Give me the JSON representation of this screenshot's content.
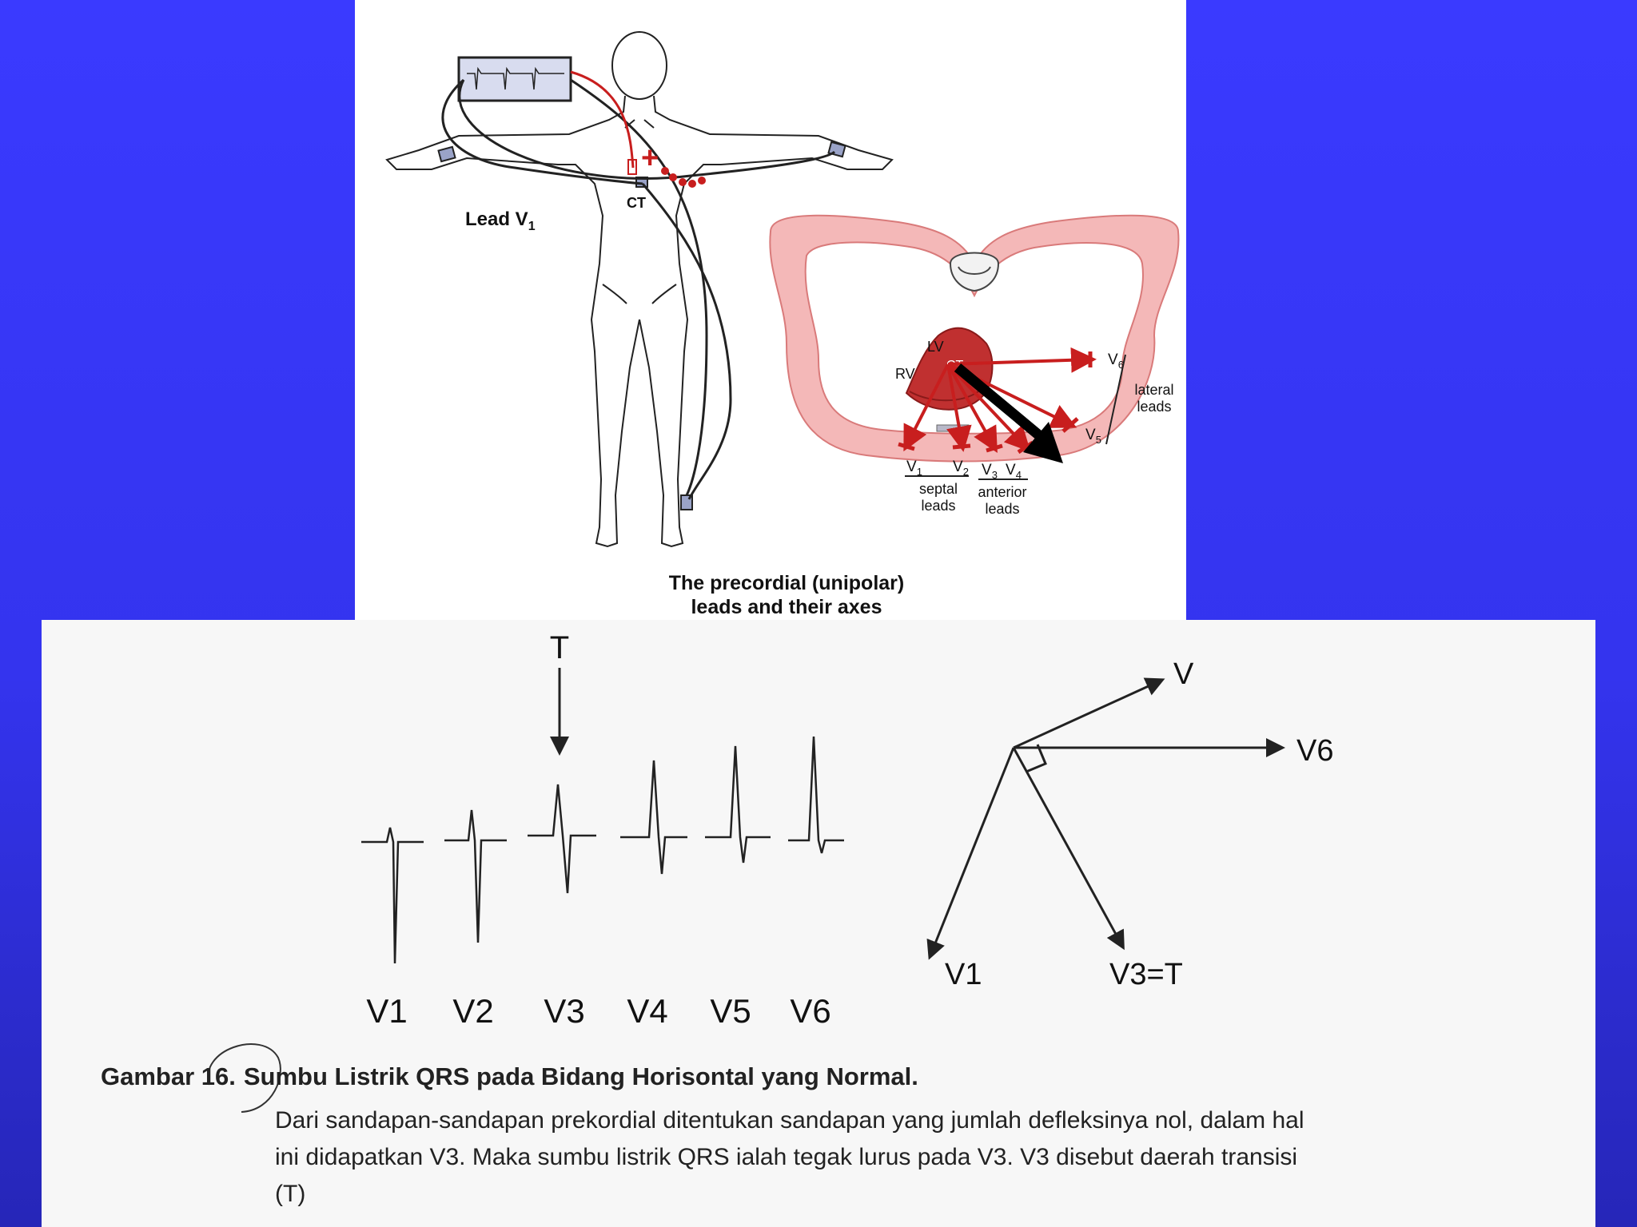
{
  "top_figure": {
    "lead_v1_label": "Lead V",
    "lead_v1_sub": "1",
    "ct_label": "CT",
    "plus_sign": "+",
    "heart_labels": {
      "lv": "LV",
      "rv": "RV",
      "ct": "CT"
    },
    "lead_labels": [
      {
        "base": "V",
        "sub": "1"
      },
      {
        "base": "V",
        "sub": "2"
      },
      {
        "base": "V",
        "sub": "3"
      },
      {
        "base": "V",
        "sub": "4"
      },
      {
        "base": "V",
        "sub": "5"
      },
      {
        "base": "V",
        "sub": "6"
      }
    ],
    "groups": {
      "septal": [
        "septal",
        "leads"
      ],
      "anterior": [
        "anterior",
        "leads"
      ],
      "lateral": [
        "lateral",
        "leads"
      ]
    },
    "caption": [
      "The precordial (unipolar)",
      "leads and their axes"
    ],
    "colors": {
      "red": "#c81e1e",
      "pink": "#f4b8b8",
      "pink_edge": "#d97a7a",
      "arrow": "#111111"
    }
  },
  "bottom_figure": {
    "transition_marker": "T",
    "qrs_leads": [
      "V1",
      "V2",
      "V3",
      "V4",
      "V5",
      "V6"
    ],
    "vector_labels": {
      "v": "V",
      "v6": "V6",
      "v1": "V1",
      "v3": "V3=T"
    },
    "caption_number": "Gambar 16.",
    "caption_title": "Sumbu Listrik QRS pada Bidang Horisontal yang Normal.",
    "caption_body": [
      "Dari sandapan-sandapan prekordial ditentukan sandapan yang jumlah defleksinya nol, dalam hal",
      "ini didapatkan V3. Maka sumbu listrik QRS ialah tegak lurus pada V3. V3 disebut daerah transisi",
      "(T)"
    ]
  }
}
